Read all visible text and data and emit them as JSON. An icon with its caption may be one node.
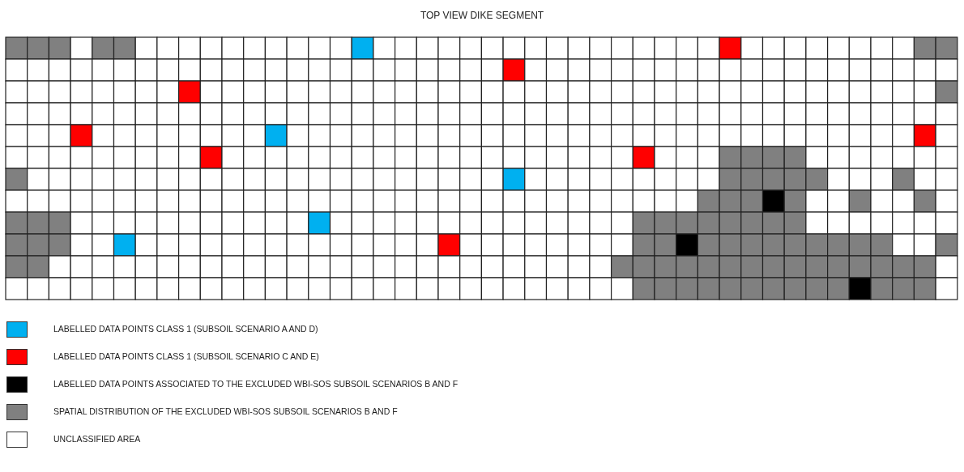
{
  "diagram": {
    "title": "TOP VIEW DIKE SEGMENT",
    "legend": [
      {
        "text": "LABELLED DATA POINTS CLASS 1 (SUBSOIL SCENARIO A AND D)",
        "color": "#00b0f0"
      },
      {
        "text": "LABELLED DATA POINTS CLASS 1 (SUBSOIL SCENARIO C AND E)",
        "color": "#ff0000"
      },
      {
        "text": "LABELLED DATA POINTS ASSOCIATED TO THE EXCLUDED WBI-SOS SUBSOIL SCENARIOS B AND F",
        "color": "#000000"
      },
      {
        "text": "SPATIAL DISTRIBUTION OF THE EXCLUDED WBI-SOS SUBSOIL SCENARIOS B AND F",
        "color": "#808080"
      },
      {
        "text": "UNCLASSIFIED AREA",
        "color": "#ffffff"
      }
    ]
  }
}
